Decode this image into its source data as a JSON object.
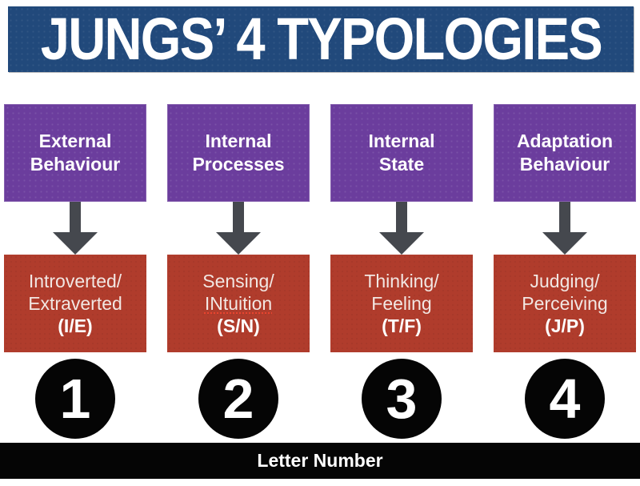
{
  "title": "JUNGS’ 4 TYPOLOGIES",
  "columns": [
    {
      "category": "External Behaviour",
      "lines": [
        "Introverted/",
        "Extraverted"
      ],
      "code": "(I/E)",
      "number": "1"
    },
    {
      "category": "Internal Processes",
      "lines": [
        "Sensing/",
        "INtuition"
      ],
      "code": "(S/N)",
      "number": "2"
    },
    {
      "category": "Internal State",
      "lines": [
        "Thinking/",
        "Feeling"
      ],
      "code": "(T/F)",
      "number": "3"
    },
    {
      "category": "Adaptation Behaviour",
      "lines": [
        "Judging/",
        "Perceiving"
      ],
      "code": "(J/P)",
      "number": "4"
    }
  ],
  "footer": {
    "label": "Letter Number"
  },
  "icons": {
    "column_connector": "down-arrow-icon"
  },
  "colors": {
    "banner_blue": "#21497B",
    "category_purple": "#6B3D9D",
    "dichotomy_red": "#B03C2C",
    "arrow_gray": "#45484E",
    "badge_black": "#050505",
    "text_white": "#FFFFFF"
  }
}
